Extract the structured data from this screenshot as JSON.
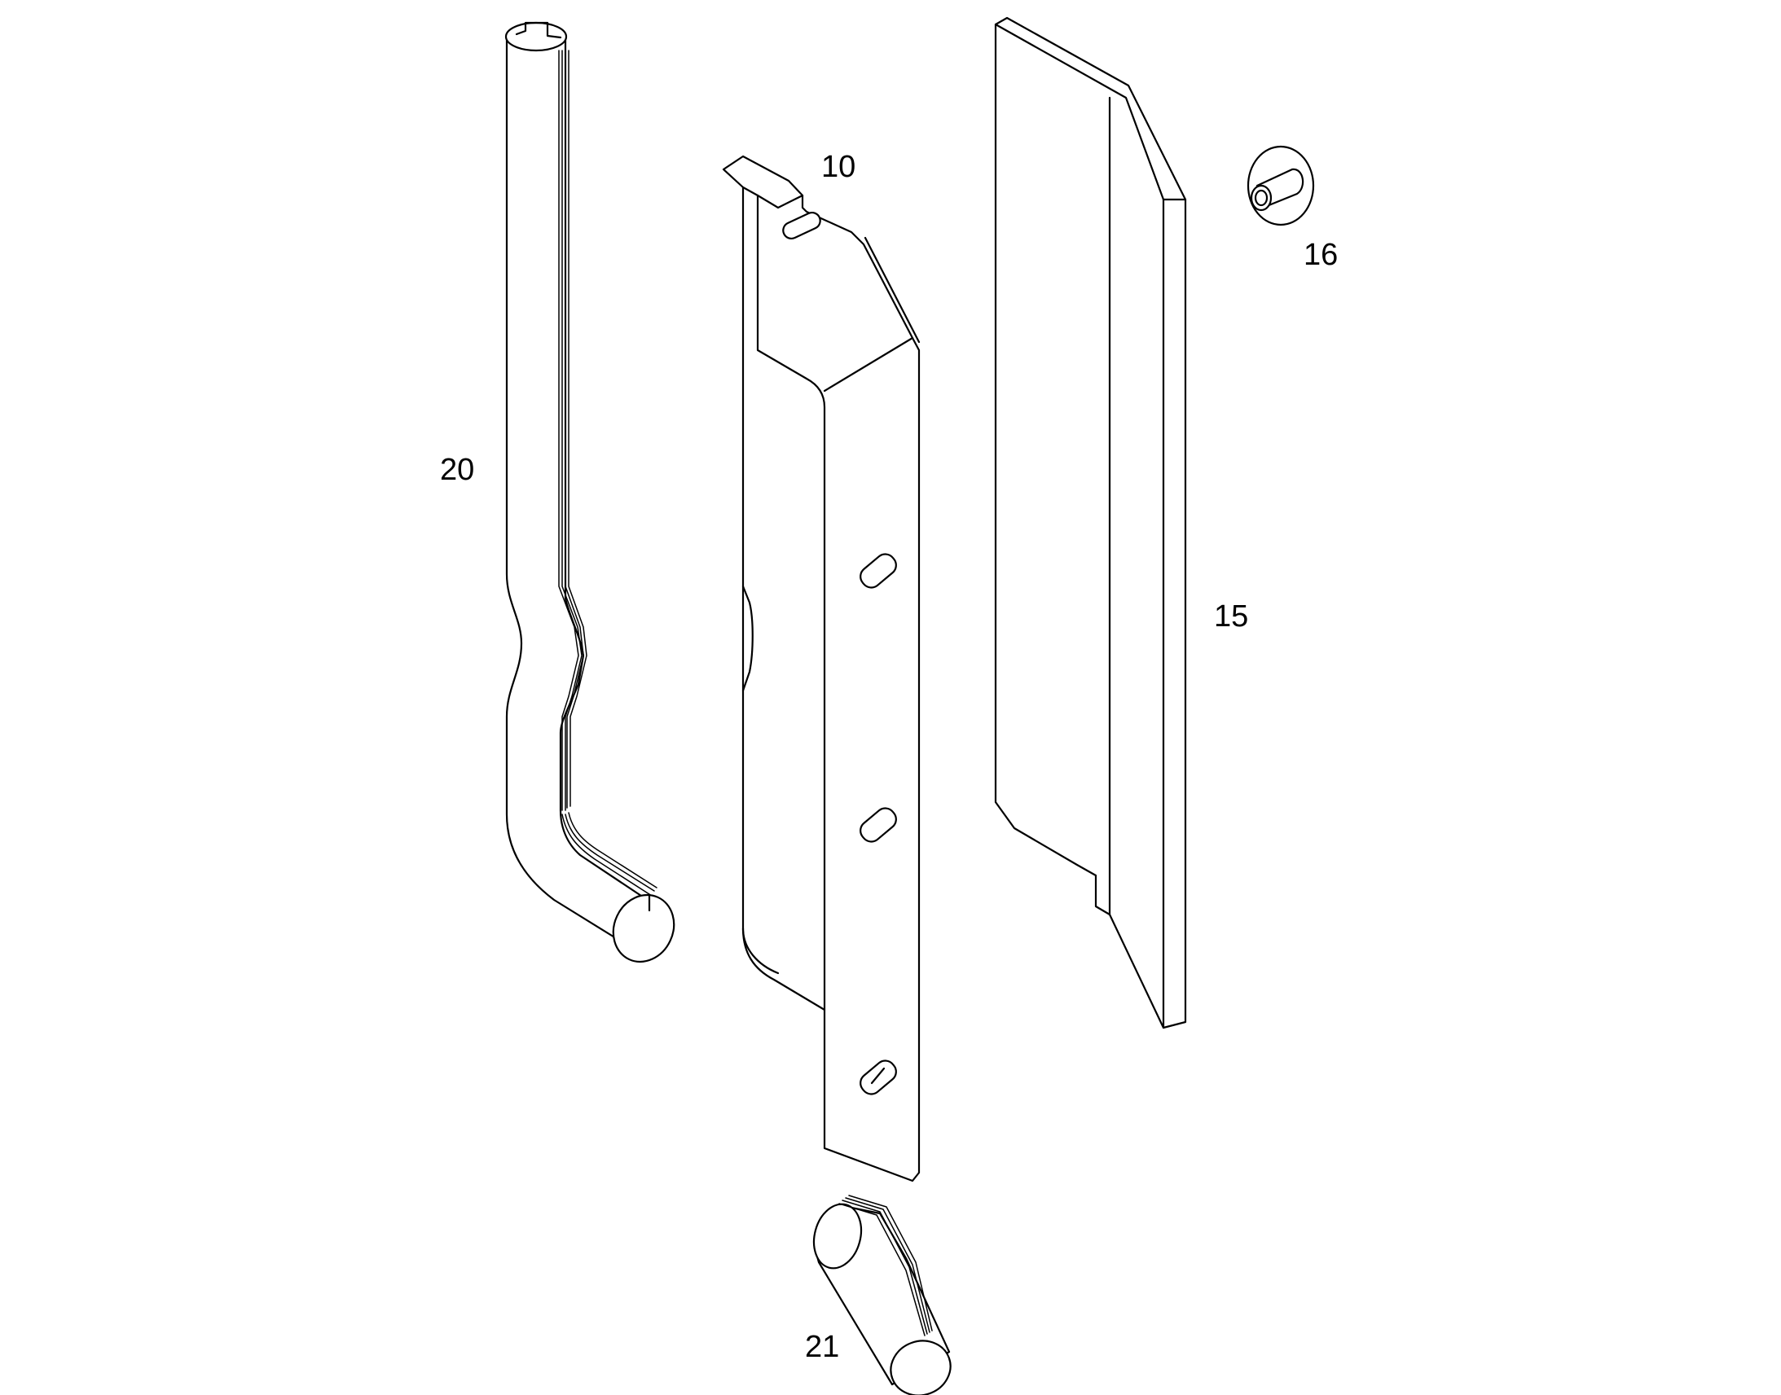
{
  "diagram": {
    "colors": {
      "background": "#ffffff",
      "line": "#000000"
    },
    "parts": [
      {
        "label": "10",
        "icon": "bracket-plate-icon"
      },
      {
        "label": "15",
        "icon": "panel-plate-icon"
      },
      {
        "label": "16",
        "icon": "grommet-icon"
      },
      {
        "label": "20",
        "icon": "long-bent-tube-icon"
      },
      {
        "label": "21",
        "icon": "short-bent-tube-icon"
      }
    ]
  }
}
